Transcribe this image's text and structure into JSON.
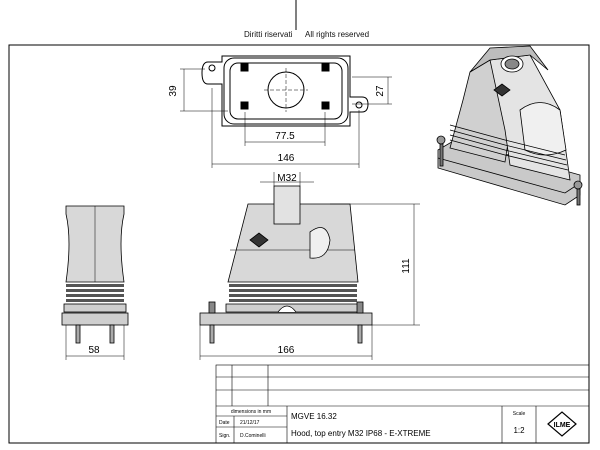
{
  "header": {
    "copyright_it": "Diritti riservati",
    "copyright_en": "All rights reserved"
  },
  "dimensions": {
    "height_39": "39",
    "height_27": "27",
    "width_77_5": "77.5",
    "width_146": "146",
    "thread_m32": "M32",
    "height_111": "111",
    "width_58": "58",
    "width_166": "166"
  },
  "title_block": {
    "units_note": "dimensions in mm",
    "date_label": "Date",
    "date_value": "21/12/17",
    "sign_label": "Sign.",
    "sign_value": "D.Cominelli",
    "part_code": "MGVE 16.32",
    "description": "Hood, top entry M32 IP68 - E-XTREME",
    "scale_label": "Scale",
    "scale_value": "1:2",
    "logo_text": "ILME"
  }
}
